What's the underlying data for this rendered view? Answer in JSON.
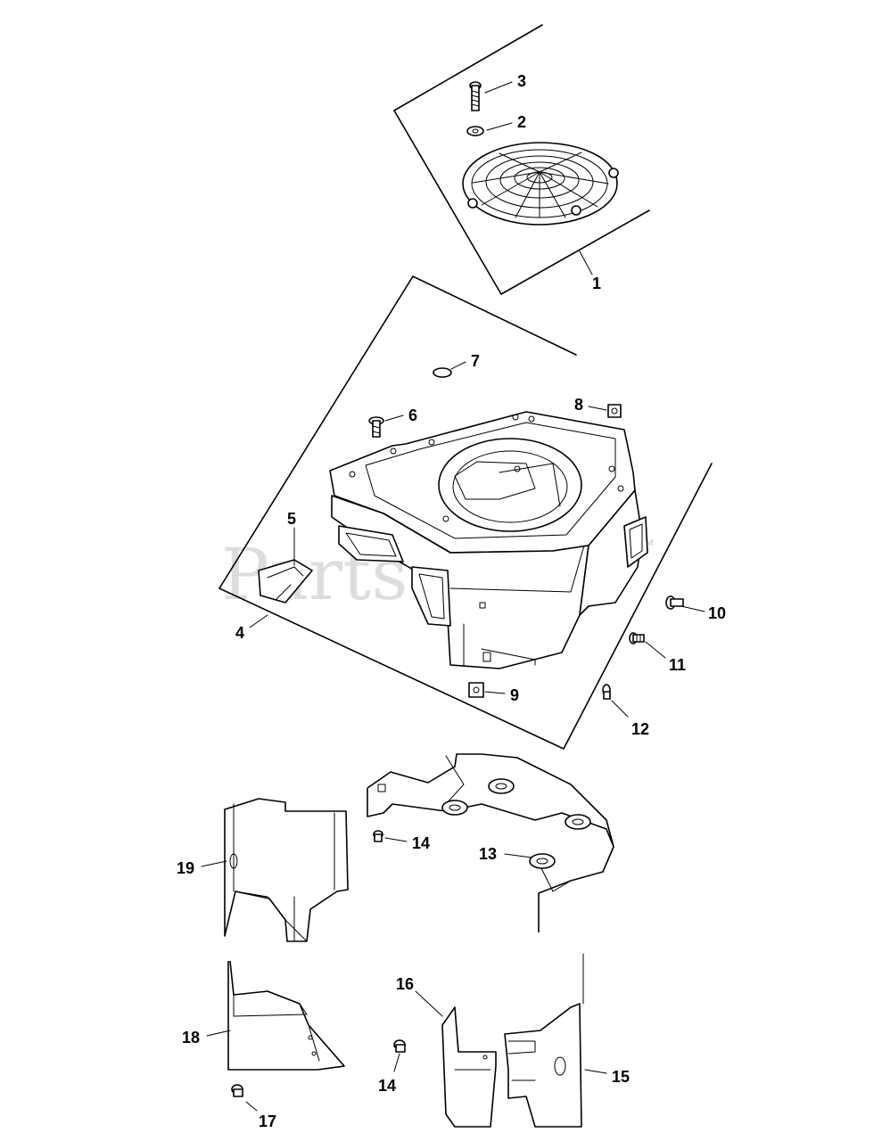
{
  "watermark": {
    "text": "PartsTree",
    "trademark": "TM"
  },
  "callouts": [
    {
      "id": "c1",
      "number": "1"
    },
    {
      "id": "c2",
      "number": "2"
    },
    {
      "id": "c3",
      "number": "3"
    },
    {
      "id": "c4",
      "number": "4"
    },
    {
      "id": "c5",
      "number": "5"
    },
    {
      "id": "c6",
      "number": "6"
    },
    {
      "id": "c7",
      "number": "7"
    },
    {
      "id": "c8",
      "number": "8"
    },
    {
      "id": "c9",
      "number": "9"
    },
    {
      "id": "c10",
      "number": "10"
    },
    {
      "id": "c11",
      "number": "11"
    },
    {
      "id": "c12",
      "number": "12"
    },
    {
      "id": "c13",
      "number": "13"
    },
    {
      "id": "c14a",
      "number": "14"
    },
    {
      "id": "c14b",
      "number": "14"
    },
    {
      "id": "c15",
      "number": "15"
    },
    {
      "id": "c16",
      "number": "16"
    },
    {
      "id": "c17",
      "number": "17"
    },
    {
      "id": "c18",
      "number": "18"
    },
    {
      "id": "c19",
      "number": "19"
    }
  ]
}
